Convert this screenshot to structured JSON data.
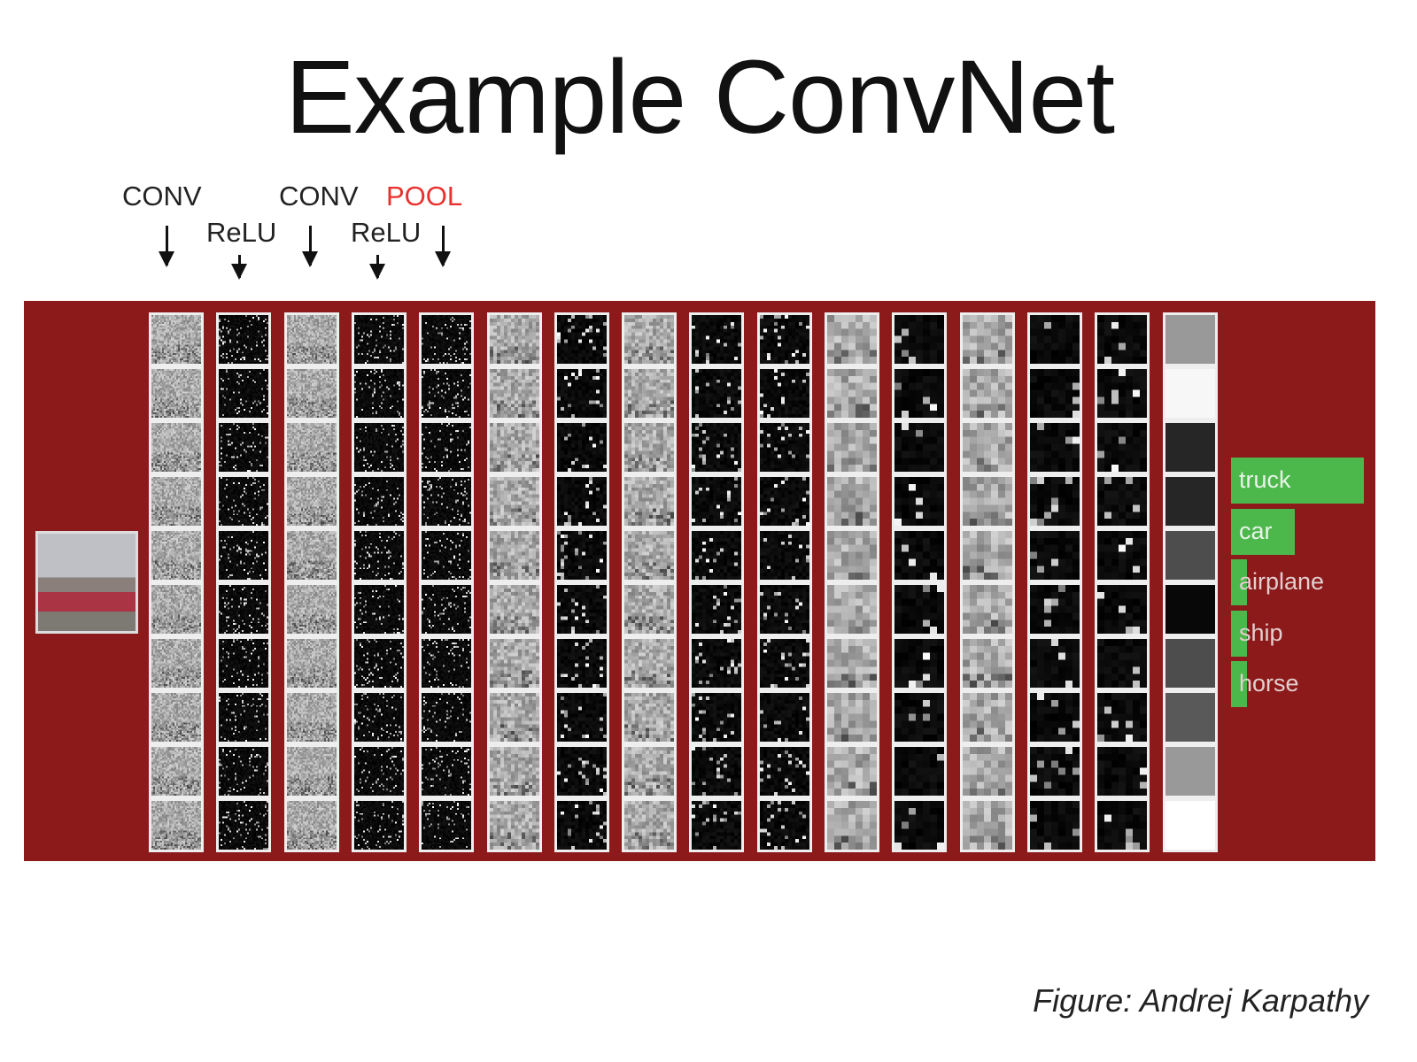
{
  "title": "Example ConvNet",
  "layer_labels": [
    {
      "text": "CONV",
      "highlight": false
    },
    {
      "text": "ReLU",
      "highlight": false
    },
    {
      "text": "CONV",
      "highlight": false
    },
    {
      "text": "ReLU",
      "highlight": false
    },
    {
      "text": "POOL",
      "highlight": true
    }
  ],
  "colors": {
    "panel": "#8c1a1a",
    "pool_label": "#e8312f",
    "score_bar": "#4cb84c"
  },
  "activation_columns": [
    "conv",
    "relu",
    "conv",
    "relu",
    "pool",
    "conv",
    "relu",
    "conv",
    "relu",
    "pool",
    "conv",
    "relu",
    "conv",
    "relu",
    "pool"
  ],
  "feature_maps_per_column": 10,
  "final_layer_intensities": [
    0.6,
    0.97,
    0.15,
    0.15,
    0.3,
    0.03,
    0.3,
    0.35,
    0.6,
    1.0
  ],
  "predictions": [
    {
      "label": "truck",
      "score": 1.0
    },
    {
      "label": "car",
      "score": 0.48
    },
    {
      "label": "airplane",
      "score": 0.12
    },
    {
      "label": "ship",
      "score": 0.12
    },
    {
      "label": "horse",
      "score": 0.12
    }
  ],
  "caption": "Figure: Andrej Karpathy"
}
